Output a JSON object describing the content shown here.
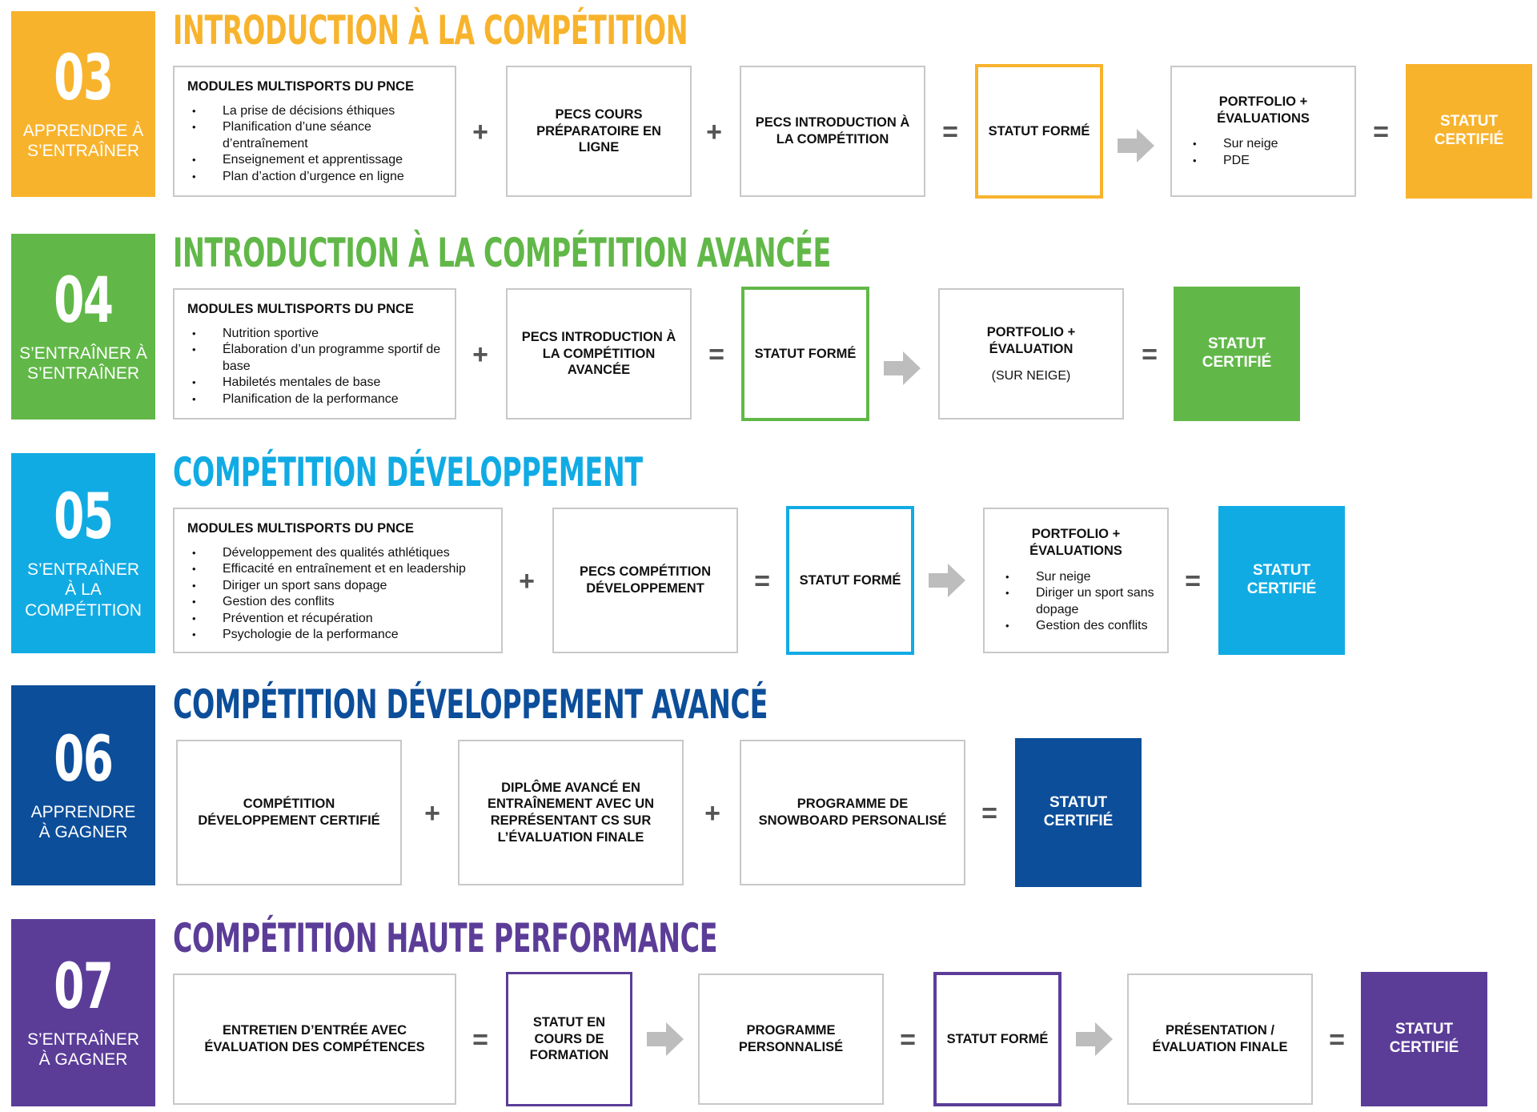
{
  "colors": {
    "stage03": "#f8b32d",
    "stage04": "#61b848",
    "stage05": "#11abe4",
    "stage06": "#0c4e9a",
    "stage07": "#5b3d98",
    "arrow": "#bdbdbd",
    "operator": "#555555"
  },
  "rows": [
    {
      "number": "03",
      "stage": "APPRENDRE À S’ENTRAÎNER",
      "title": "INTRODUCTION À LA COMPÉTITION",
      "modules": {
        "title": "MODULES MULTISPORTS DU PNCE",
        "items": [
          "La prise de décisions éthiques",
          "Planification d’une séance d’entraînement",
          "Enseignement et apprentissage",
          "Plan d’action d’urgence en ligne"
        ]
      },
      "op1": "+",
      "b1": "PECS COURS PRÉPARATOIRE EN LIGNE",
      "op2": "+",
      "b2": "PECS INTRODUCTION À LA COMPÉTITION",
      "op3": "=",
      "status": "STATUT FORMÉ",
      "portfolio": {
        "title": "PORTFOLIO + ÉVALUATIONS",
        "items": [
          "Sur neige",
          "PDE"
        ]
      },
      "op4": "=",
      "certified": "STATUT CERTIFIÉ"
    },
    {
      "number": "04",
      "stage": "S’ENTRAÎNER À S’ENTRAÎNER",
      "title": "INTRODUCTION À LA COMPÉTITION AVANCÉE",
      "modules": {
        "title": "MODULES MULTISPORTS DU PNCE",
        "items": [
          "Nutrition sportive",
          "Élaboration d’un programme sportif de base",
          "Habiletés mentales de base",
          "Planification de la performance"
        ]
      },
      "op1": "+",
      "b1": "PECS INTRODUCTION À LA COMPÉTITION AVANCÉE",
      "op2": "=",
      "status": "STATUT FORMÉ",
      "portfolio": {
        "title": "PORTFOLIO + ÉVALUATION",
        "subtitle": "(SUR NEIGE)"
      },
      "op3": "=",
      "certified": "STATUT CERTIFIÉ"
    },
    {
      "number": "05",
      "stage": "S’ENTRAÎNER À LA COMPÉTITION",
      "title": "COMPÉTITION DÉVELOPPEMENT",
      "modules": {
        "title": "MODULES MULTISPORTS DU PNCE",
        "items": [
          "Développement des qualités athlétiques",
          "Efficacité en entraînement et en leadership",
          "Diriger un sport sans dopage",
          "Gestion des conflits",
          "Prévention et récupération",
          "Psychologie de la performance"
        ]
      },
      "op1": "+",
      "b1": "PECS COMPÉTITION DÉVELOPPEMENT",
      "op2": "=",
      "status": "STATUT FORMÉ",
      "portfolio": {
        "title": "PORTFOLIO + ÉVALUATIONS",
        "items": [
          "Sur neige",
          "Diriger un sport sans dopage",
          "Gestion des conflits"
        ]
      },
      "op3": "=",
      "certified": "STATUT CERTIFIÉ"
    },
    {
      "number": "06",
      "stage": "APPRENDRE À GAGNER",
      "title": "COMPÉTITION DÉVELOPPEMENT AVANCÉ",
      "b1": "COMPÉTITION DÉVELOPPEMENT CERTIFIÉ",
      "op1": "+",
      "b2": "DIPLÔME AVANCÉ EN ENTRAÎNEMENT AVEC UN REPRÉSENTANT CS SUR L’ÉVALUATION FINALE",
      "op2": "+",
      "b3": "PROGRAMME DE SNOWBOARD PERSONALISÉ",
      "op3": "=",
      "certified": "STATUT CERTIFIÉ"
    },
    {
      "number": "07",
      "stage": "S’ENTRAÎNER À GAGNER",
      "title": "COMPÉTITION HAUTE PERFORMANCE",
      "b1": "ENTRETIEN D’ENTRÉE AVEC ÉVALUATION DES COMPÉTENCES",
      "op1": "=",
      "status1": "STATUT EN COURS DE FORMATION",
      "b2": "PROGRAMME PERSONNALISÉ",
      "op2": "=",
      "status2": "STATUT FORMÉ",
      "b3": "PRÉSENTATION / ÉVALUATION FINALE",
      "op3": "=",
      "certified": "STATUT CERTIFIÉ"
    }
  ]
}
